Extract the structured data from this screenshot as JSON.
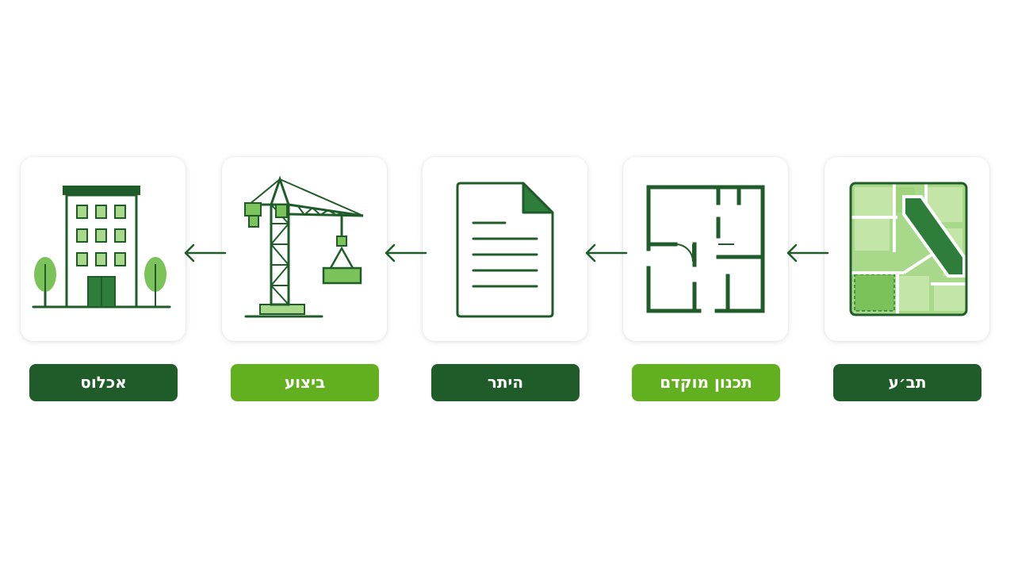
{
  "steps": [
    {
      "label": "אכלוס",
      "icon": "building-icon",
      "style": "dark"
    },
    {
      "label": "ביצוע",
      "icon": "crane-icon",
      "style": "light"
    },
    {
      "label": "היתר",
      "icon": "document-icon",
      "style": "dark"
    },
    {
      "label": "תכנון מוקדם",
      "icon": "floor-plan-icon",
      "style": "light"
    },
    {
      "label": "תב׳ע",
      "icon": "zoning-map-icon",
      "style": "dark"
    }
  ],
  "colors": {
    "dark_green": "#1f5c2a",
    "light_green": "#62b01f",
    "pale_green": "#a8d98a",
    "mid_green": "#7cc25a"
  }
}
